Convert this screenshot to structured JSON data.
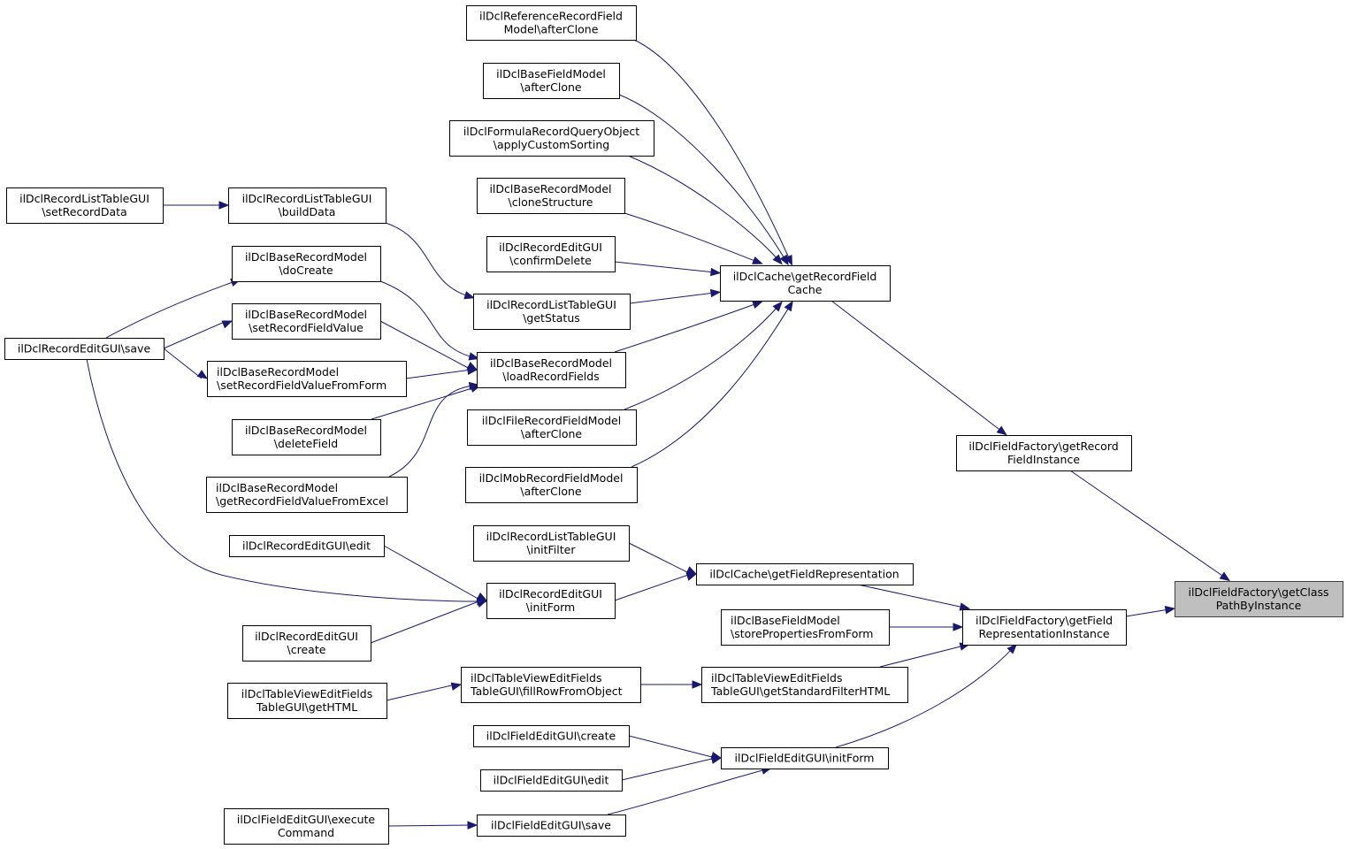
{
  "diagram": {
    "type": "call-graph",
    "edge_color": "#191970",
    "highlight_fill": "#bfbfbf",
    "nodes": [
      {
        "id": "target",
        "lines": [
          "ilDclFieldFactory\\getClass",
          "PathByInstance"
        ],
        "highlight": true
      },
      {
        "id": "getRecordFieldInstance",
        "lines": [
          "ilDclFieldFactory\\getRecord",
          "FieldInstance"
        ]
      },
      {
        "id": "getFieldRepresentationInstance",
        "lines": [
          "ilDclFieldFactory\\getField",
          "RepresentationInstance"
        ]
      },
      {
        "id": "getRecordFieldCache",
        "lines": [
          "ilDclCache\\getRecordField",
          "Cache"
        ]
      },
      {
        "id": "getFieldRepresentation",
        "lines": [
          "ilDclCache\\getFieldRepresentation"
        ]
      },
      {
        "id": "storePropertiesFromForm",
        "lines": [
          "ilDclBaseFieldModel",
          "\\storePropertiesFromForm"
        ],
        "align": "left"
      },
      {
        "id": "getStandardFilterHTML",
        "lines": [
          "ilDclTableViewEditFields",
          "TableGUI\\getStandardFilterHTML"
        ],
        "align": "left"
      },
      {
        "id": "fieldEditInitForm",
        "lines": [
          "ilDclFieldEditGUI\\initForm"
        ]
      },
      {
        "id": "refAfterClone",
        "lines": [
          "ilDclReferenceRecordField",
          "Model\\afterClone"
        ]
      },
      {
        "id": "baseFieldAfterClone",
        "lines": [
          "ilDclBaseFieldModel",
          "\\afterClone"
        ]
      },
      {
        "id": "applyCustomSorting",
        "lines": [
          "ilDclFormulaRecordQueryObject",
          "\\applyCustomSorting"
        ]
      },
      {
        "id": "cloneStructure",
        "lines": [
          "ilDclBaseRecordModel",
          "\\cloneStructure"
        ]
      },
      {
        "id": "confirmDelete",
        "lines": [
          "ilDclRecordEditGUI",
          "\\confirmDelete"
        ]
      },
      {
        "id": "getStatus",
        "lines": [
          "ilDclRecordListTableGUI",
          "\\getStatus"
        ]
      },
      {
        "id": "loadRecordFields",
        "lines": [
          "ilDclBaseRecordModel",
          "\\loadRecordFields"
        ]
      },
      {
        "id": "fileAfterClone",
        "lines": [
          "ilDclFileRecordFieldModel",
          "\\afterClone"
        ]
      },
      {
        "id": "mobAfterClone",
        "lines": [
          "ilDclMobRecordFieldModel",
          "\\afterClone"
        ]
      },
      {
        "id": "initFilter",
        "lines": [
          "ilDclRecordListTableGUI",
          "\\initFilter"
        ]
      },
      {
        "id": "recordEditInitForm",
        "lines": [
          "ilDclRecordEditGUI",
          "\\initForm"
        ]
      },
      {
        "id": "fillRowFromObject",
        "lines": [
          "ilDclTableViewEditFields",
          "TableGUI\\fillRowFromObject"
        ],
        "align": "left"
      },
      {
        "id": "fieldEditCreate",
        "lines": [
          "ilDclFieldEditGUI\\create"
        ]
      },
      {
        "id": "fieldEditEdit",
        "lines": [
          "ilDclFieldEditGUI\\edit"
        ]
      },
      {
        "id": "fieldEditSave",
        "lines": [
          "ilDclFieldEditGUI\\save"
        ]
      },
      {
        "id": "buildData",
        "lines": [
          "ilDclRecordListTableGUI",
          "\\buildData"
        ]
      },
      {
        "id": "doCreate",
        "lines": [
          "ilDclBaseRecordModel",
          "\\doCreate"
        ]
      },
      {
        "id": "setRecordFieldValue",
        "lines": [
          "ilDclBaseRecordModel",
          "\\setRecordFieldValue"
        ]
      },
      {
        "id": "setRecordFieldValueFromForm",
        "lines": [
          "ilDclBaseRecordModel",
          "\\setRecordFieldValueFromForm"
        ],
        "align": "left"
      },
      {
        "id": "deleteField",
        "lines": [
          "ilDclBaseRecordModel",
          "\\deleteField"
        ]
      },
      {
        "id": "getRecordFieldValueFromExcel",
        "lines": [
          "ilDclBaseRecordModel",
          "\\getRecordFieldValueFromExcel"
        ],
        "align": "left"
      },
      {
        "id": "recordEditEdit",
        "lines": [
          "ilDclRecordEditGUI\\edit"
        ]
      },
      {
        "id": "recordEditCreate",
        "lines": [
          "ilDclRecordEditGUI",
          "\\create"
        ]
      },
      {
        "id": "getHTML",
        "lines": [
          "ilDclTableViewEditFields",
          "TableGUI\\getHTML"
        ]
      },
      {
        "id": "executeCommand",
        "lines": [
          "ilDclFieldEditGUI\\execute",
          "Command"
        ]
      },
      {
        "id": "setRecordData",
        "lines": [
          "ilDclRecordListTableGUI",
          "\\setRecordData"
        ]
      },
      {
        "id": "recordEditSave",
        "lines": [
          "ilDclRecordEditGUI\\save"
        ]
      }
    ],
    "edges": [
      {
        "from": "getRecordFieldInstance",
        "to": "target"
      },
      {
        "from": "getFieldRepresentationInstance",
        "to": "target"
      },
      {
        "from": "getRecordFieldCache",
        "to": "getRecordFieldInstance"
      },
      {
        "from": "getFieldRepresentation",
        "to": "getFieldRepresentationInstance"
      },
      {
        "from": "storePropertiesFromForm",
        "to": "getFieldRepresentationInstance"
      },
      {
        "from": "getStandardFilterHTML",
        "to": "getFieldRepresentationInstance"
      },
      {
        "from": "fieldEditInitForm",
        "to": "getFieldRepresentationInstance"
      },
      {
        "from": "refAfterClone",
        "to": "getRecordFieldCache"
      },
      {
        "from": "baseFieldAfterClone",
        "to": "getRecordFieldCache"
      },
      {
        "from": "applyCustomSorting",
        "to": "getRecordFieldCache"
      },
      {
        "from": "cloneStructure",
        "to": "getRecordFieldCache"
      },
      {
        "from": "confirmDelete",
        "to": "getRecordFieldCache"
      },
      {
        "from": "getStatus",
        "to": "getRecordFieldCache"
      },
      {
        "from": "loadRecordFields",
        "to": "getRecordFieldCache"
      },
      {
        "from": "fileAfterClone",
        "to": "getRecordFieldCache"
      },
      {
        "from": "mobAfterClone",
        "to": "getRecordFieldCache"
      },
      {
        "from": "initFilter",
        "to": "getFieldRepresentation"
      },
      {
        "from": "recordEditInitForm",
        "to": "getFieldRepresentation"
      },
      {
        "from": "fillRowFromObject",
        "to": "getStandardFilterHTML"
      },
      {
        "from": "fieldEditCreate",
        "to": "fieldEditInitForm"
      },
      {
        "from": "fieldEditEdit",
        "to": "fieldEditInitForm"
      },
      {
        "from": "fieldEditSave",
        "to": "fieldEditInitForm"
      },
      {
        "from": "buildData",
        "to": "getStatus"
      },
      {
        "from": "doCreate",
        "to": "loadRecordFields"
      },
      {
        "from": "setRecordFieldValue",
        "to": "loadRecordFields"
      },
      {
        "from": "setRecordFieldValueFromForm",
        "to": "loadRecordFields"
      },
      {
        "from": "deleteField",
        "to": "loadRecordFields"
      },
      {
        "from": "getRecordFieldValueFromExcel",
        "to": "loadRecordFields"
      },
      {
        "from": "recordEditEdit",
        "to": "recordEditInitForm"
      },
      {
        "from": "recordEditCreate",
        "to": "recordEditInitForm"
      },
      {
        "from": "recordEditSave",
        "to": "recordEditInitForm"
      },
      {
        "from": "getHTML",
        "to": "fillRowFromObject"
      },
      {
        "from": "executeCommand",
        "to": "fieldEditSave"
      },
      {
        "from": "setRecordData",
        "to": "buildData"
      },
      {
        "from": "recordEditSave",
        "to": "doCreate"
      },
      {
        "from": "recordEditSave",
        "to": "setRecordFieldValue"
      },
      {
        "from": "recordEditSave",
        "to": "setRecordFieldValueFromForm"
      }
    ]
  }
}
